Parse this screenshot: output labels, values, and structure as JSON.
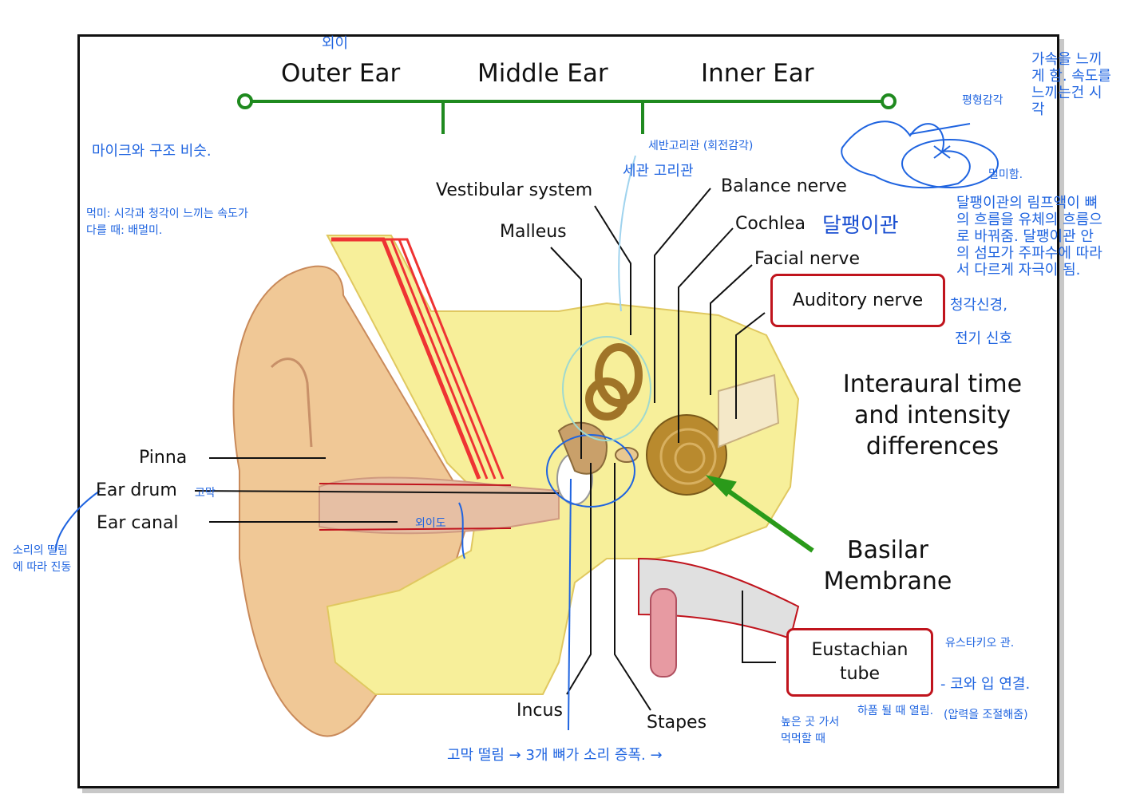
{
  "sections": {
    "outer": "Outer Ear",
    "middle": "Middle Ear",
    "inner": "Inner Ear"
  },
  "parts": {
    "vestibular": "Vestibular system",
    "malleus": "Malleus",
    "balance_nerve": "Balance nerve",
    "cochlea": "Cochlea",
    "facial_nerve": "Facial nerve",
    "auditory_nerve": "Auditory nerve",
    "pinna": "Pinna",
    "ear_drum": "Ear drum",
    "ear_canal": "Ear canal",
    "incus": "Incus",
    "stapes": "Stapes",
    "eustachian_line1": "Eustachian",
    "eustachian_line2": "tube",
    "basilar_line1": "Basilar",
    "basilar_line2": "Membrane",
    "interaural_line1": "Interaural time",
    "interaural_line2": "and intensity",
    "interaural_line3": "differences"
  },
  "annotations": {
    "outer_ko": "외이",
    "mic": "마이크와 구조 비슷.",
    "deaf_line1": "먹미: 시각과 청각이 느끼는 속도가",
    "deaf_line2": "다를 때: 배멀미.",
    "semicircular_top": "세반고리관 (회전감각)",
    "semicircular": "세관 고리관",
    "balance_sense": "평형감각",
    "accel_line1": "가속을 느끼",
    "accel_line2": "게 함. 속도를",
    "accel_line3": "느끼는건 시",
    "accel_line4": "각",
    "motion_sick": "멀미함.",
    "cochlea_ko": "달팽이관",
    "cochlea_desc_line1": "달팽이관의 림프액이 뼈",
    "cochlea_desc_line2": "의 흐름을 유체의 흐름으",
    "cochlea_desc_line3": "로 바꿔줌. 달팽이관 안",
    "cochlea_desc_line4": "의 섬모가 주파수에 따라",
    "cochlea_desc_line5": "서 다르게 자극이 됨.",
    "auditory_ko": "청각신경,",
    "electric": "전기 신호",
    "eardrum_ko": "고막",
    "outer_canal_ko": "외이도",
    "vibration_line1": "소리의 떨림",
    "vibration_line2": "에 따라 진동",
    "bottom_note": "고막 떨림 → 3개 뼈가 소리 증폭. →",
    "eustachian_ko": "유스타키오 관.",
    "nose_mouth": "- 코와 입 연결.",
    "pressure": "(압력을 조절해줌)",
    "yawn": "하품 될 때 열림.",
    "high_place_line1": "높은 곳 가서",
    "high_place_line2": "먹먹할 때"
  },
  "colors": {
    "green_line": "#1f8a1f",
    "frame_red": "#c0141d",
    "annotation_blue": "#1f64e0",
    "bone_yellow": "#f7ef9a",
    "skin": "#f0c896",
    "cochlea_brown": "#b98a2e"
  }
}
